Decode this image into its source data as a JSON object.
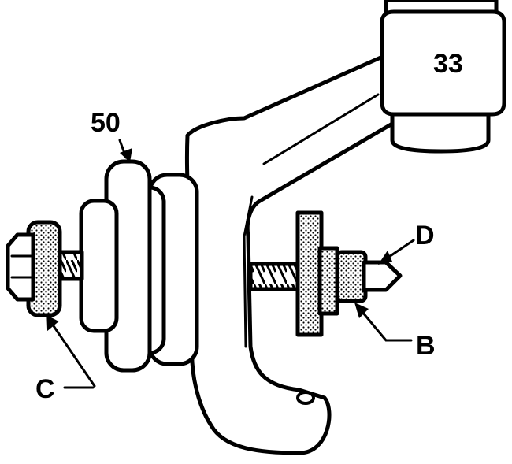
{
  "labels": {
    "part_number_top": "33",
    "part_number_puller": "50",
    "callout_b": "B",
    "callout_c": "C",
    "callout_d": "D"
  },
  "colors": {
    "ink": "#000000",
    "paper": "#ffffff",
    "stipple": "#9a9a9a"
  }
}
